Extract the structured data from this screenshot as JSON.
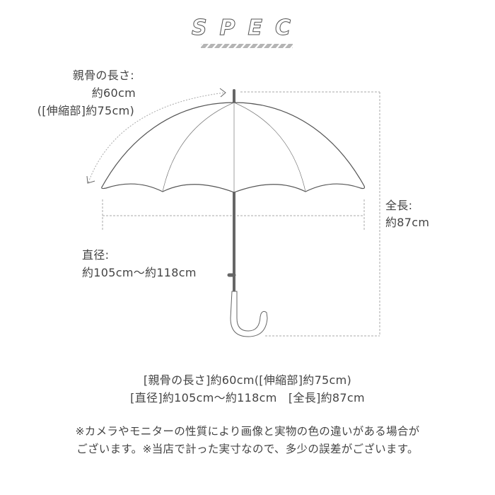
{
  "title": "SPEC",
  "labels": {
    "rib_heading": "親骨の長さ:",
    "rib_value": "約60cm",
    "rib_extended": "([伸縮部]約75cm)",
    "total_heading": "全長:",
    "total_value": "約87cm",
    "diameter_heading": "直径:",
    "diameter_value": "約105cm〜約118cm"
  },
  "summary": {
    "line1": "[親骨の長さ]約60cm([伸縮部]約75cm)",
    "line2": "[直径]約105cm〜約118cm　[全長]約87cm"
  },
  "notes": {
    "line1": "※カメラやモニターの性質により画像と実物の色の違いがある場合が",
    "line2": "ございます。※当店で計った実寸なので、多少の誤差がございます。"
  },
  "colors": {
    "text": "#444444",
    "shaft": "#666666",
    "outline": "#555555",
    "dash": "#aaaaaa",
    "stripe": "#b5b5b5"
  }
}
